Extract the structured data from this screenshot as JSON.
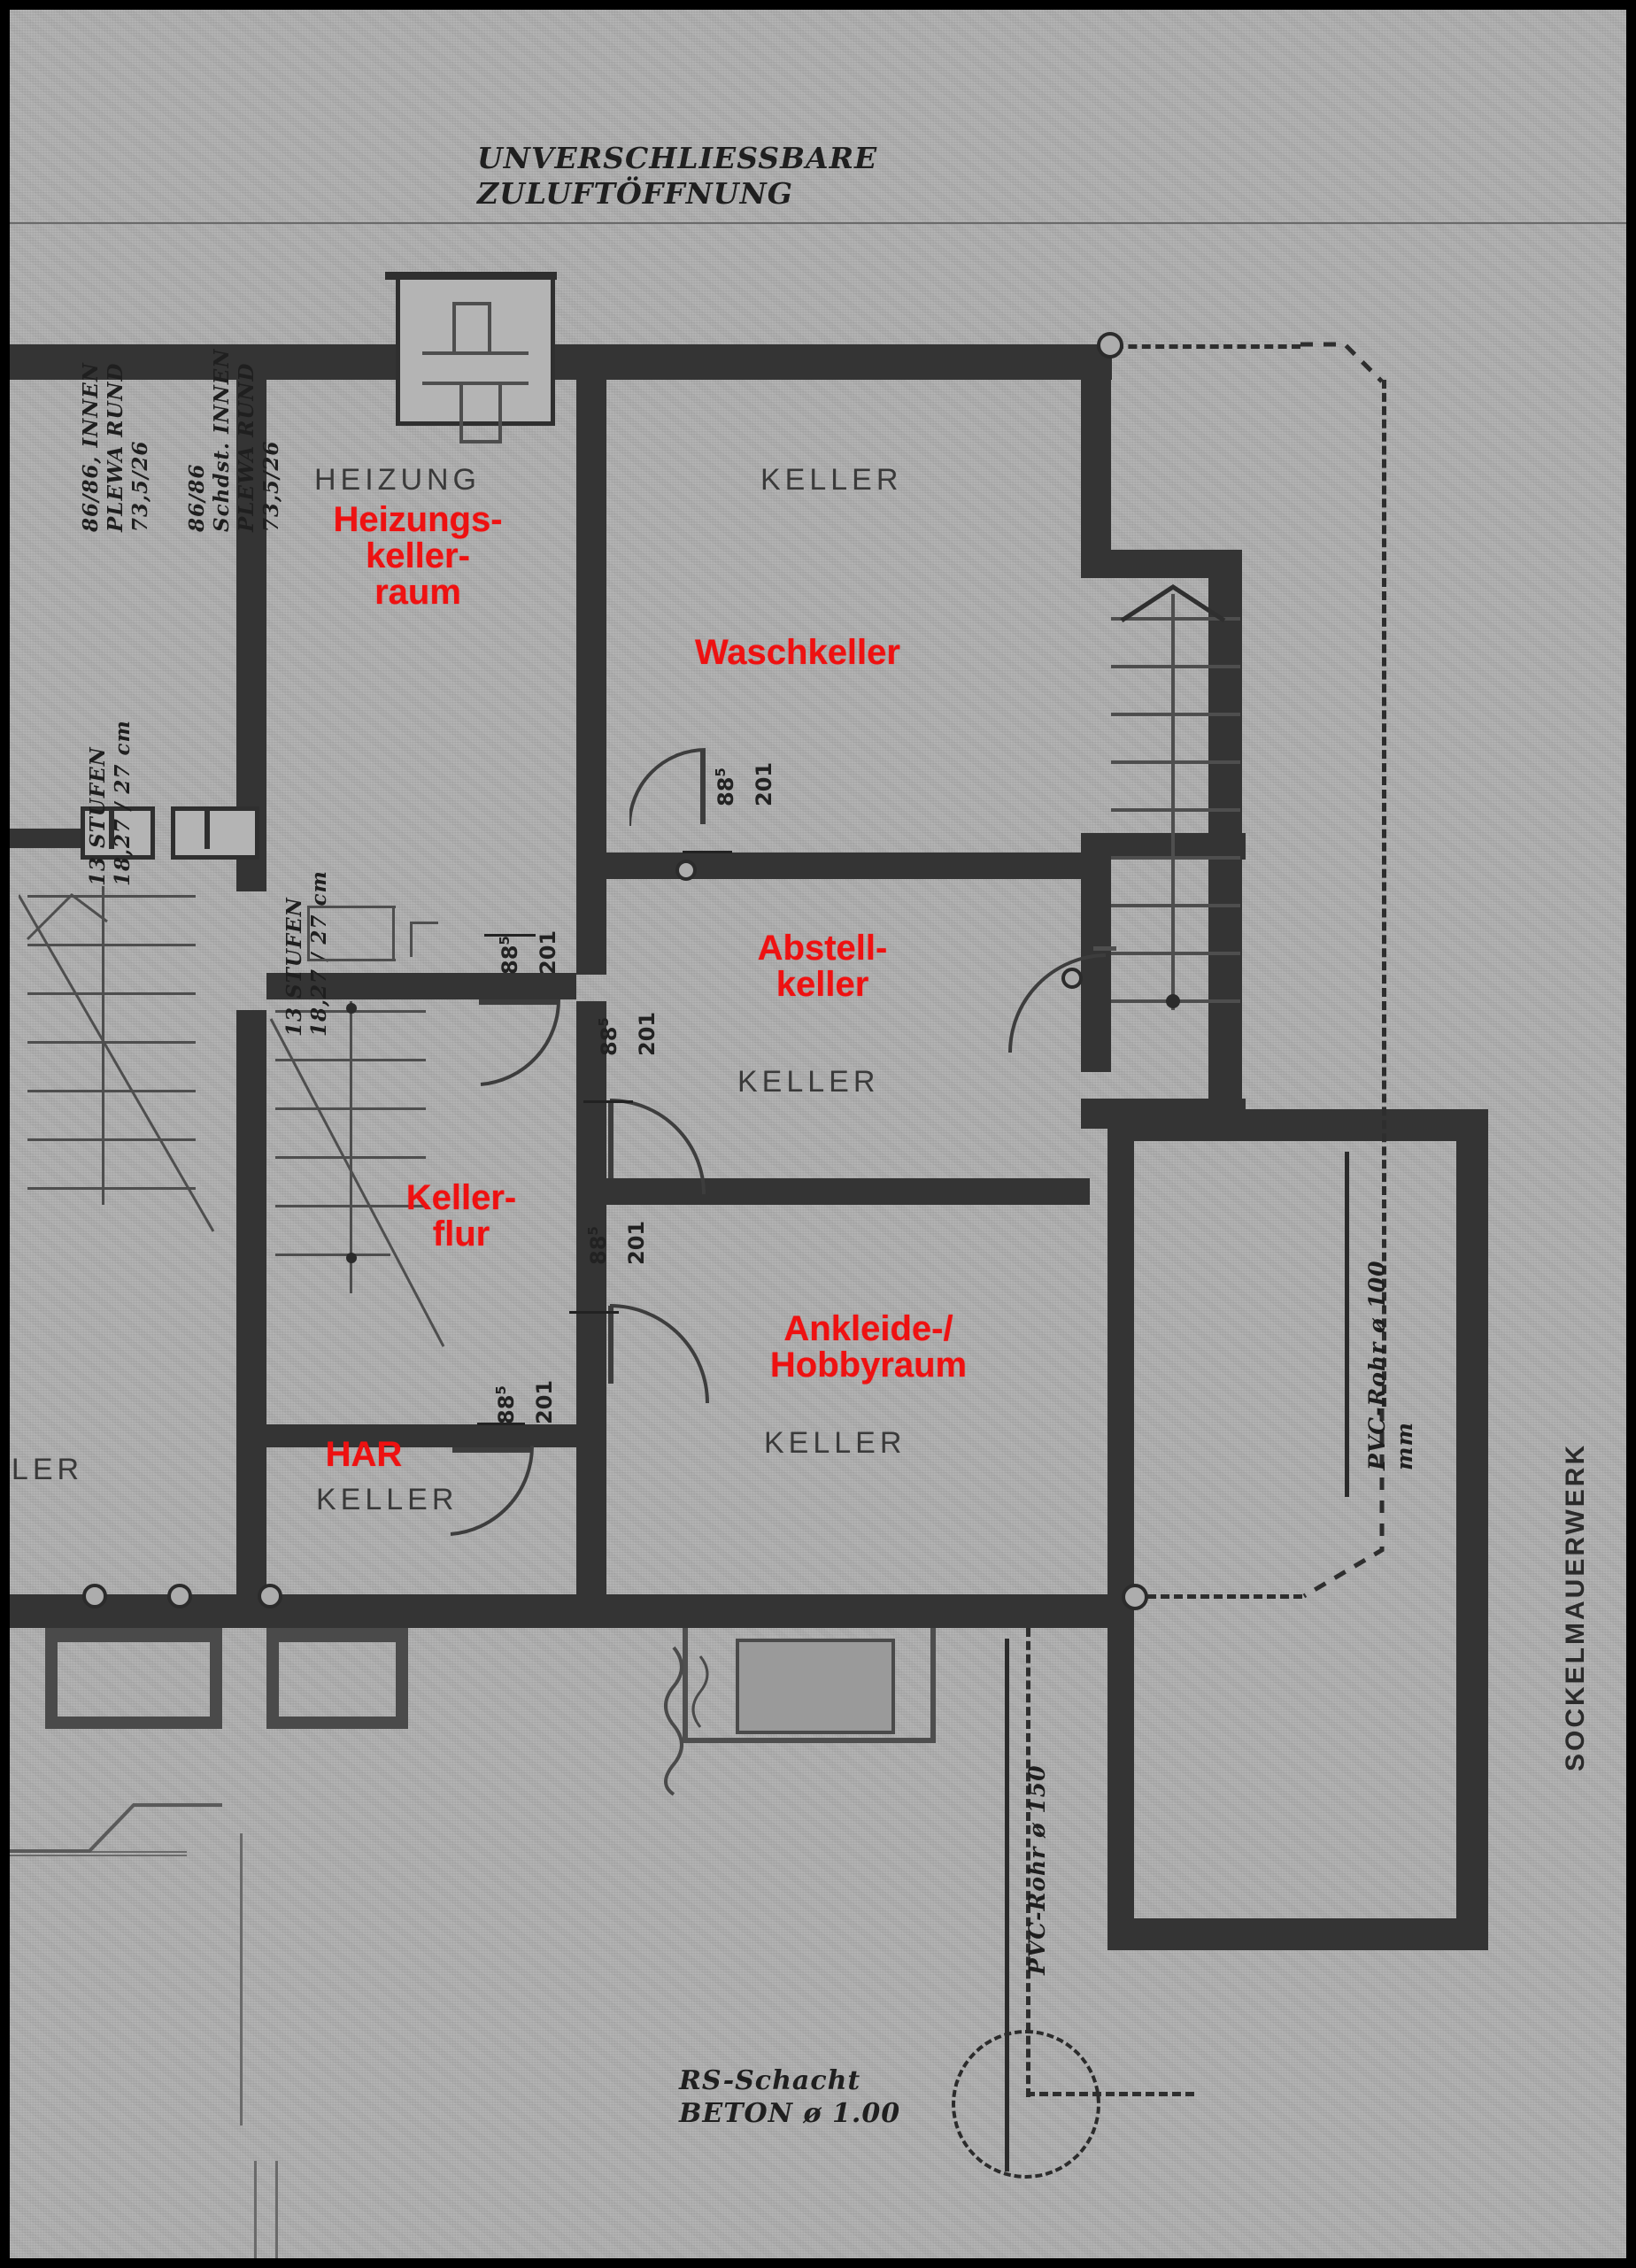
{
  "document": {
    "type": "architectural-floor-plan",
    "title": "Kellergeschoss Grundriss",
    "paper_color": "#adadad",
    "ink_color": "#343434",
    "annotation_color": "#ee1111"
  },
  "annotations": {
    "top_note": "UNVERSCHLIESSBARE\nZULUFTÖFFNUNG",
    "bottom_note": "RS-Schacht\nBETON ø 1.00",
    "sockel": "SOCKELMAUERWERK",
    "pipe_right": "PVC-Rohr ø 100 mm",
    "pipe_bottom": "PVC-Rohr ø 150"
  },
  "rooms": [
    {
      "id": "heizung",
      "printed_label": "HEIZUNG",
      "red_label": "Heizungs-\nkeller-\nraum"
    },
    {
      "id": "waschkeller",
      "printed_label": "KELLER",
      "red_label": "Waschkeller"
    },
    {
      "id": "abstellkeller",
      "printed_label": "KELLER",
      "red_label": "Abstell-\nkeller"
    },
    {
      "id": "ankleide",
      "printed_label": "KELLER",
      "red_label": "Ankleide-/\nHobbyraum"
    },
    {
      "id": "har",
      "printed_label": "KELLER",
      "red_label": "HAR"
    },
    {
      "id": "kellerflur",
      "printed_label": "",
      "red_label": "Keller-\nflur"
    },
    {
      "id": "nachbarkeller",
      "printed_label": "LLER",
      "red_label": ""
    }
  ],
  "doors": [
    {
      "id": "door-heizung",
      "width": "88",
      "width_sup": "5",
      "height": "201"
    },
    {
      "id": "door-wasch",
      "width": "88",
      "width_sup": "5",
      "height": "201"
    },
    {
      "id": "door-abstell",
      "width": "88",
      "width_sup": "5",
      "height": "201"
    },
    {
      "id": "door-ankleide",
      "width": "88",
      "width_sup": "5",
      "height": "201"
    },
    {
      "id": "door-har",
      "width": "88",
      "width_sup": "5",
      "height": "201"
    }
  ],
  "chimney_notes": [
    "86/86, INNEN\nPLEWA RUND\n73,5/26",
    "86/86\nSchdst. INNEN\nPLEWA RUND\n73,5/26"
  ],
  "stair_notes": [
    "13 STUFEN\n18,27 / 27 cm",
    "13 STUFEN\n18,27 / 27 cm"
  ]
}
